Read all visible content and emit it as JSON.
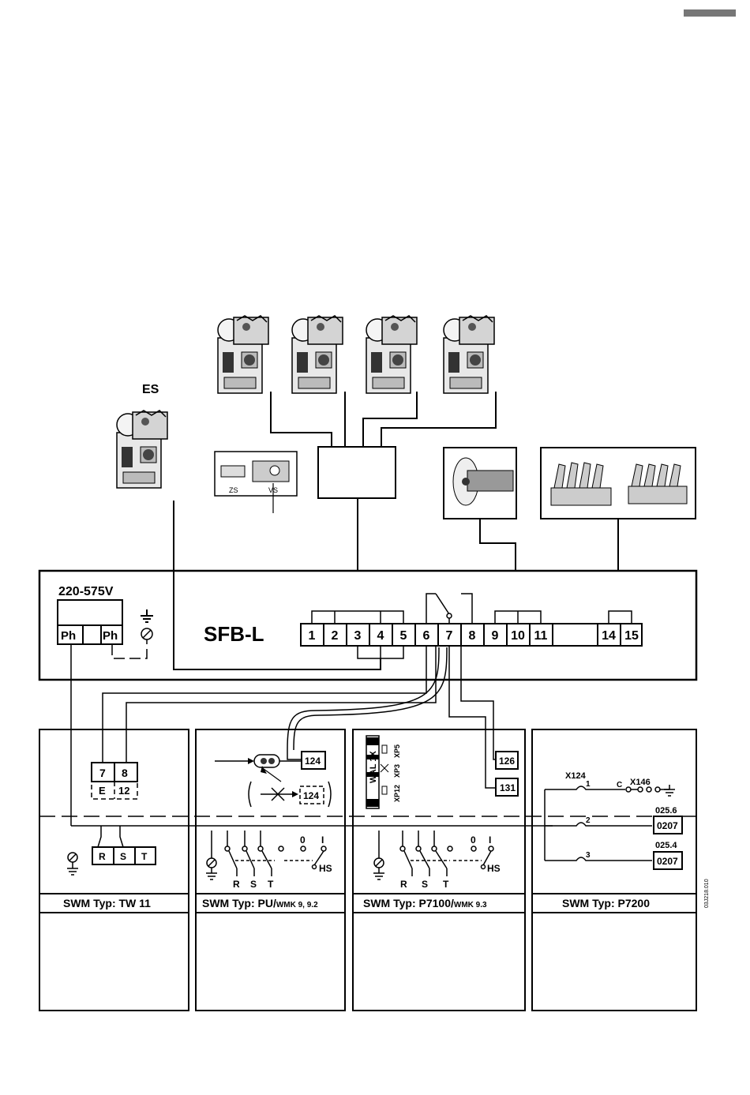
{
  "module_label": "SFB-L",
  "voltage_label": "220-575V",
  "es_label": "ES",
  "sensor_labels": {
    "zs": "ZS",
    "vs": "VS"
  },
  "supply_terminals": [
    "Ph",
    "Ph"
  ],
  "terminals": [
    "1",
    "2",
    "3",
    "4",
    "5",
    "6",
    "7",
    "8",
    "9",
    "10",
    "11",
    "14",
    "15"
  ],
  "tw_terminals": {
    "top": [
      "7",
      "8"
    ],
    "bottom": [
      "E",
      "12"
    ]
  },
  "phase_labels": [
    "R",
    "S",
    "T"
  ],
  "hs_label": "HS",
  "hs_positions": [
    "0",
    "I"
  ],
  "ref_boxes": {
    "r124": "124",
    "r124_dashed": "124",
    "r126": "126",
    "r131": "131"
  },
  "wal": {
    "label": "WAL 1X",
    "xp5": "XP5",
    "xp3": "XP3",
    "xp12": "XP12"
  },
  "p7200": {
    "x124": "X124",
    "c": "C",
    "x146": "X146",
    "pins": [
      "1",
      "2",
      "3"
    ],
    "ref1": "025.6",
    "ref2": "025.4",
    "box1": "0207",
    "box2": "0207"
  },
  "panels": [
    {
      "typ": "SWM Typ:  TW 11"
    },
    {
      "typ_main": "SWM Typ:  PU/",
      "typ_small": "WMK 9, 9.2"
    },
    {
      "typ_main": "SWM Typ:  P7100/",
      "typ_small": "WMK 9.3"
    },
    {
      "typ": "SWM Typ:  P7200"
    }
  ],
  "drawing_number": "03J218.010"
}
